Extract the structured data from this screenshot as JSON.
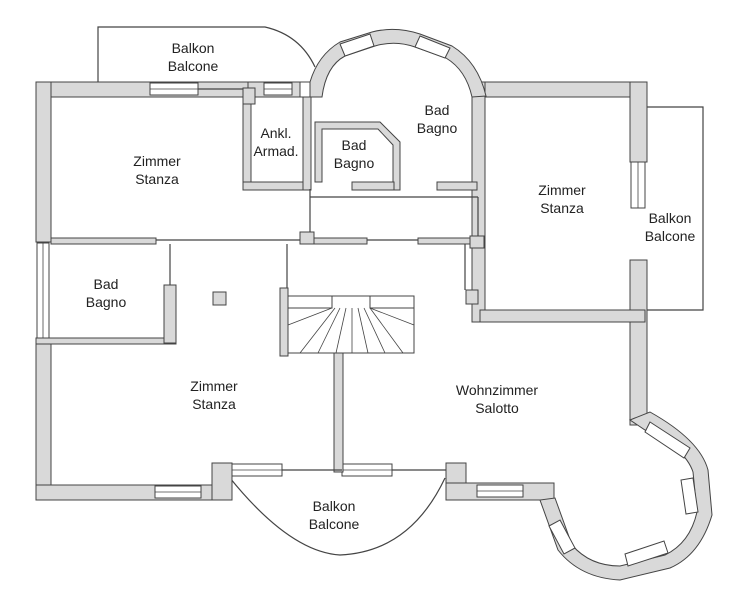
{
  "rooms": [
    {
      "id": "balkon-top-left",
      "line1": "Balkon",
      "line2": "Balcone"
    },
    {
      "id": "zimmer-top-left",
      "line1": "Zimmer",
      "line2": "Stanza"
    },
    {
      "id": "ankl-armad",
      "line1": "Ankl.",
      "line2": "Armad."
    },
    {
      "id": "bad-small",
      "line1": "Bad",
      "line2": "Bagno"
    },
    {
      "id": "bad-bay",
      "line1": "Bad",
      "line2": "Bagno"
    },
    {
      "id": "zimmer-right",
      "line1": "Zimmer",
      "line2": "Stanza"
    },
    {
      "id": "balkon-right",
      "line1": "Balkon",
      "line2": "Balcone"
    },
    {
      "id": "bad-left",
      "line1": "Bad",
      "line2": "Bagno"
    },
    {
      "id": "zimmer-bottom-left",
      "line1": "Zimmer",
      "line2": "Stanza"
    },
    {
      "id": "wohnzimmer",
      "line1": "Wohnzimmer",
      "line2": "Salotto"
    },
    {
      "id": "balkon-bottom",
      "line1": "Balkon",
      "line2": "Balcone"
    }
  ],
  "colors": {
    "wall_fill": "#d9d9d9",
    "line": "#444444",
    "background": "#ffffff"
  }
}
